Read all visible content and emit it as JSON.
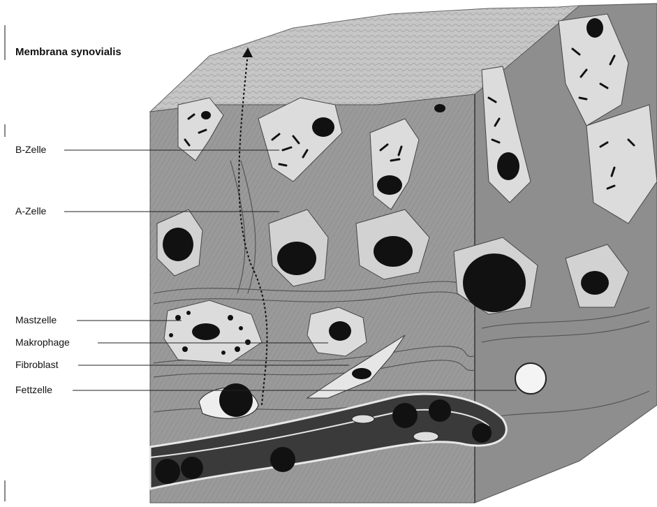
{
  "title": "Membrana synovialis",
  "labels": {
    "b_zelle": "B-Zelle",
    "a_zelle": "A-Zelle",
    "mastzelle": "Mastzelle",
    "makrophage": "Makrophage",
    "fibroblast": "Fibroblast",
    "fettzelle": "Fettzelle"
  },
  "colors": {
    "tissue_dark": "#8a8a8a",
    "tissue_mid": "#a6a6a6",
    "cell_light": "#dcdcdc",
    "nucleus": "#1c1c1c",
    "surface": "#c9c9c9",
    "vessel": "#3a3a3a"
  }
}
